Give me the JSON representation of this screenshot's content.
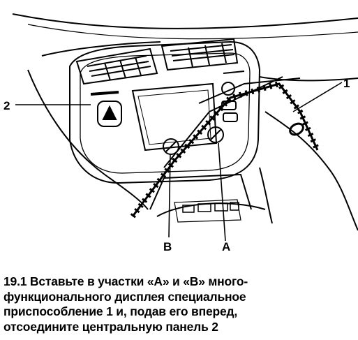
{
  "figure": {
    "callouts": {
      "one": "1",
      "two": "2",
      "a": "A",
      "b": "B"
    }
  },
  "caption": {
    "lines": [
      "19.1 Вставьте в участки «A» и «B» много-",
      "функционального дисплея специальное",
      "приспособление 1 и, подав его вперед,",
      "отсоедините центральную панель 2"
    ]
  }
}
